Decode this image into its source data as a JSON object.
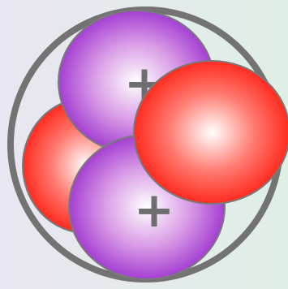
{
  "figure": {
    "description_tag": "nucleus-diagram",
    "colors": {
      "background_left": "#e9e6f1",
      "background_right": "#dfefe6",
      "ring": "#737373",
      "proton_center": "#ffffff",
      "proton_mid": "#d99ae6",
      "proton_edge": "#a43fd2",
      "neutron_center": "#ffffff",
      "neutron_mid": "#ff7a70",
      "neutron_edge": "#ff2b1f",
      "particle_outline": "#7a7a7a",
      "sign_color": "#6e6e6e"
    },
    "particles": [
      {
        "kind": "neutron",
        "sign": ""
      },
      {
        "kind": "proton",
        "sign": "+"
      },
      {
        "kind": "proton",
        "sign": "+"
      },
      {
        "kind": "neutron",
        "sign": ""
      }
    ]
  }
}
